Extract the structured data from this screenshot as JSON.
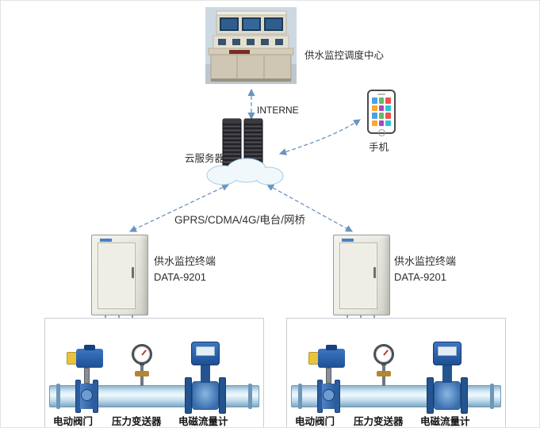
{
  "labels": {
    "control_center": "供水监控调度中心",
    "internet": "INTERNE",
    "cloud_server": "云服务器",
    "phone": "手机",
    "network": "GPRS/CDMA/4G/电台/网桥"
  },
  "terminals": [
    {
      "name": "供水监控终端",
      "model": "DATA-9201"
    },
    {
      "name": "供水监控终端",
      "model": "DATA-9201"
    }
  ],
  "stations": [
    {
      "devices": [
        "电动阀门",
        "压力变送器",
        "电磁流量计"
      ]
    },
    {
      "devices": [
        "电动阀门",
        "压力变送器",
        "电磁流量计"
      ]
    }
  ],
  "colors": {
    "link_dashed": "#6b93bd",
    "signal_wire": "#24457a",
    "pipe_blue": "#bcd8ea",
    "device_blue": "#2b5c9e",
    "actuator_yellow": "#e8c43c",
    "cabinet_gray": "#e7e6de"
  }
}
